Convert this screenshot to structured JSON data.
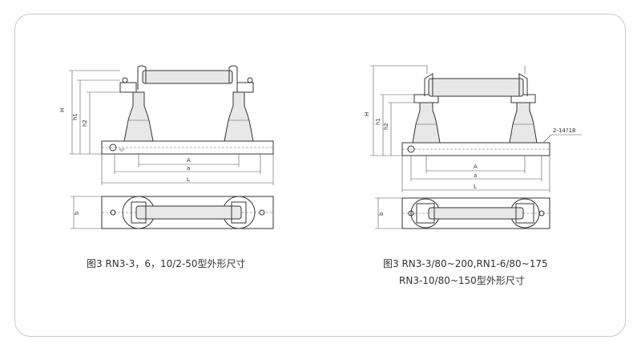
{
  "left": {
    "caption": "图3 RN3-3，6，10/2-50型外形尺寸",
    "dims": {
      "H": "H",
      "h1": "h1",
      "h2": "h2",
      "A": "A",
      "a": "a",
      "L": "L",
      "b": "b"
    }
  },
  "right": {
    "caption_line1": "图3 RN3-3/80~200,RN1-6/80~175",
    "caption_line2": "RN3-10/80~150型外形尺寸",
    "hole_label": "2-14?18",
    "dims": {
      "H": "H",
      "h1": "h1",
      "h2": "h2",
      "A": "A",
      "a": "a",
      "L": "L",
      "b": "b"
    }
  }
}
